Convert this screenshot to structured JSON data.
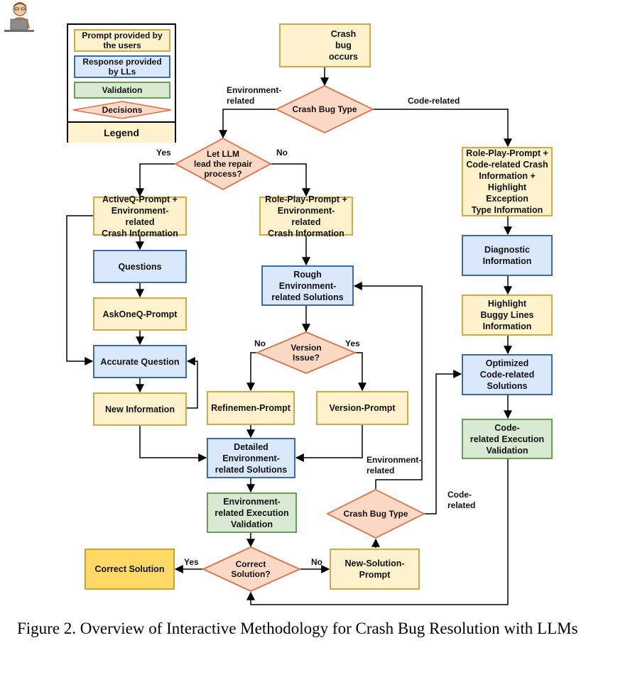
{
  "legend": {
    "prompt": "Prompt provided by\nthe users",
    "response": "Response provided\nby LLs",
    "validation": "Validation",
    "decisions": "Decisions",
    "title": "Legend"
  },
  "nodes": {
    "start": "Crash\nbug\noccurs",
    "crash_type_1": "Crash Bug Type",
    "let_llm": "Let LLM\nlead the repair\nprocess?",
    "activeq": "ActiveQ-Prompt +\nEnvironment-related\nCrash Information",
    "roleplay_env": "Role-Play-Prompt +\nEnvironment-related\nCrash Information",
    "roleplay_code": "Role-Play-Prompt +\nCode-related Crash\nInformation +\nHighlight Exception\nType Information",
    "questions": "Questions",
    "askoneq": "AskOneQ-Prompt",
    "accurate_q": "Accurate Question",
    "new_info": "New Information",
    "rough": "Rough\nEnvironment-\nrelated Solutions",
    "version_issue": "Version\nIssue?",
    "refine": "Refinemen-Prompt",
    "version_prompt": "Version-Prompt",
    "detailed": "Detailed\nEnvironment-\nrelated Solutions",
    "env_validation": "Environment-\nrelated Execution\nValidation",
    "correct": "Correct\nSolution?",
    "correct_solution": "Correct Solution",
    "new_solution": "New-Solution-\nPrompt",
    "crash_type_2": "Crash Bug Type",
    "diagnostic": "Diagnostic\nInformation",
    "highlight": "Highlight\nBuggy Lines\nInformation",
    "optimized": "Optimized\nCode-related\nSolutions",
    "code_validation": "Code-\nrelated Execution\nValidation"
  },
  "edge_labels": {
    "env_related_1": "Environment-\nrelated",
    "code_related_1": "Code-related",
    "yes_1": "Yes",
    "no_1": "No",
    "no_2": "No",
    "yes_2": "Yes",
    "env_related_2": "Environment-\nrelated",
    "code_related_2": "Code-\nrelated",
    "yes_3": "Yes",
    "no_3": "No"
  },
  "colors": {
    "prompt_fill": "#fff2cc",
    "prompt_border": "#d6a940",
    "response_fill": "#dae8fc",
    "response_border": "#3f6aa8",
    "validation_fill": "#d9ead3",
    "validation_border": "#6a9e55",
    "decision_fill": "#fbd9c5",
    "decision_border": "#d9714a",
    "final_fill": "#ffd966"
  },
  "caption": "Figure 2.  Overview of Interactive Methodology for Crash Bug Resolution with LLMs"
}
